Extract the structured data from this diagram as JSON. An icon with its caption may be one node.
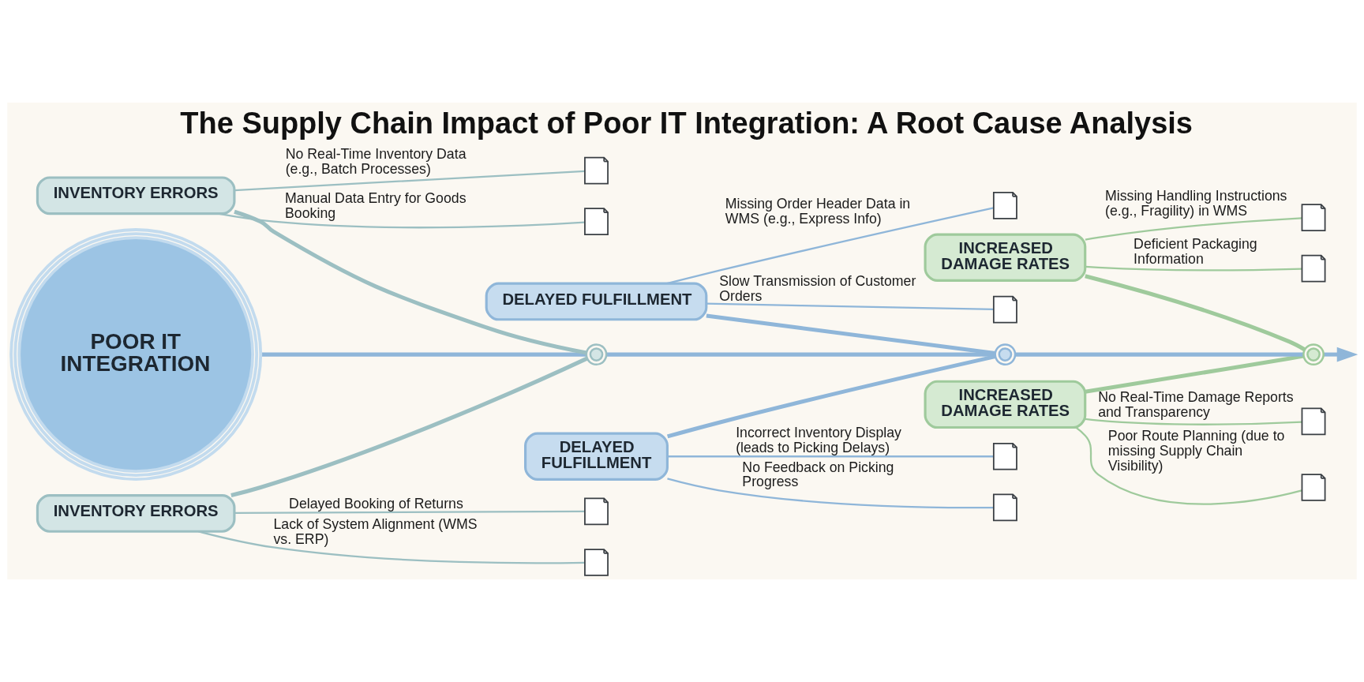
{
  "diagram": {
    "title": "The Supply Chain Impact of Poor IT Integration: A Root Cause Analysis",
    "nodes": [
      {
        "text": [
          "POOR IT INTEGRATION"
        ]
      },
      {
        "text": [
          "INVENTORY ERRORS"
        ]
      },
      {
        "text": [
          "DELAYED FULFILLMENT"
        ]
      },
      {
        "text": [
          "INCREASED DAMAGE RATES"
        ]
      },
      {
        "text": [
          "INVENTORY ERRORS"
        ]
      },
      {
        "text": [
          "DELAYED FULFILLMENT"
        ]
      },
      {
        "text": [
          "INCREASED DAMAGE RATES"
        ]
      },
      {
        "text": [],
        "shape": "circle"
      },
      {
        "text": [],
        "shape": "circle"
      },
      {
        "text": [],
        "shape": "circle"
      },
      {
        "text": [],
        "shape": "picture"
      },
      {
        "text": [],
        "shape": "picture"
      },
      {
        "text": [],
        "shape": "picture"
      },
      {
        "text": [],
        "shape": "picture"
      },
      {
        "text": [],
        "shape": "picture"
      },
      {
        "text": [],
        "shape": "picture"
      },
      {
        "text": [],
        "shape": "picture"
      },
      {
        "text": [],
        "shape": "picture"
      },
      {
        "text": [],
        "shape": "picture"
      },
      {
        "text": [],
        "shape": "picture"
      },
      {
        "text": [],
        "shape": "picture"
      },
      {
        "text": [],
        "shape": "picture"
      }
    ],
    "edges": [
      {
        "from": 0,
        "to": 7,
        "arrow": "none",
        "style": "thick"
      },
      {
        "from": 7,
        "to": 8,
        "arrow": "none",
        "style": "thick"
      },
      {
        "from": 8,
        "to": 9,
        "arrow": "none",
        "style": "thick"
      },
      {
        "from": 9,
        "to": null,
        "arrow": "to",
        "style": "thick"
      },
      {
        "from": 1,
        "to": 10,
        "arrow": "none",
        "label": "No Real-Time Inventory Data (e.g., Batch Processes)",
        "color": "#9cbfc2"
      },
      {
        "from": 1,
        "to": 11,
        "arrow": "none",
        "label": "Manual Data Entry for Goods Booking",
        "color": "#9cbfc2"
      },
      {
        "from": 1,
        "to": 7,
        "arrow": "none",
        "style": "thick",
        "color": "#9cbfc2"
      },
      {
        "from": 4,
        "to": 7,
        "arrow": "none",
        "style": "thick",
        "color": "#9cbfc2"
      },
      {
        "from": 4,
        "to": 16,
        "arrow": "none",
        "label": "Delayed Booking of Returns",
        "color": "#9cbfc2"
      },
      {
        "from": 4,
        "to": 17,
        "arrow": "none",
        "label": "Lack of System Alignment (WMS vs. ERP)",
        "color": "#9cbfc2"
      },
      {
        "from": 2,
        "to": 12,
        "arrow": "none",
        "label": "Missing Order Header Data in WMS (e.g., Express Info)"
      },
      {
        "from": 2,
        "to": 13,
        "arrow": "none",
        "label": "Slow Transmission of Customer Orders"
      },
      {
        "from": 2,
        "to": 8,
        "arrow": "none",
        "style": "thick"
      },
      {
        "from": 5,
        "to": 8,
        "arrow": "none",
        "style": "thick"
      },
      {
        "from": 5,
        "to": 18,
        "arrow": "none",
        "label": "Incorrect Inventory Display (leads to Picking Delays)"
      },
      {
        "from": 5,
        "to": 19,
        "arrow": "none",
        "label": "No Feedback on Picking Progress"
      },
      {
        "from": 3,
        "to": 14,
        "arrow": "none",
        "label": "Missing Handling Instructions (e.g., Fragility) in WMS",
        "color": "#9fca9c"
      },
      {
        "from": 3,
        "to": 15,
        "arrow": "none",
        "label": "Deficient Packaging Information",
        "color": "#9fca9c"
      },
      {
        "from": 3,
        "to": 9,
        "arrow": "none",
        "style": "thick",
        "color": "#9fca9c"
      },
      {
        "from": 6,
        "to": 9,
        "arrow": "none",
        "style": "thick",
        "color": "#9fca9c"
      },
      {
        "from": 6,
        "to": 20,
        "arrow": "none",
        "label": "No Real-Time Damage Reports and Transparency",
        "color": "#9fca9c"
      },
      {
        "from": 6,
        "to": 21,
        "arrow": "none",
        "label": "Poor Route Planning (due to missing Supply Chain Visibility)",
        "color": "#9fca9c"
      }
    ]
  }
}
